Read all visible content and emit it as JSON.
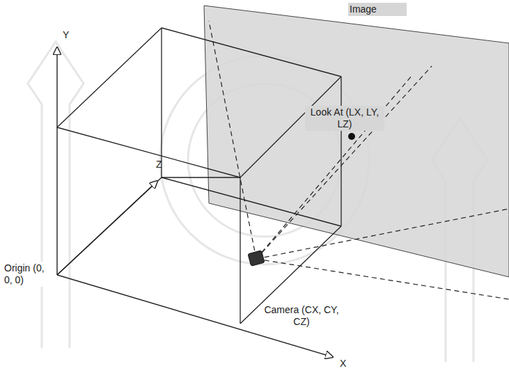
{
  "diagram": {
    "labels": [
      "Image",
      "Y",
      "Z",
      "Origin (0, 0, 0)",
      "Look At (LX, LY, LZ)",
      "Camera (CX, CY, CZ)",
      "X"
    ]
  }
}
